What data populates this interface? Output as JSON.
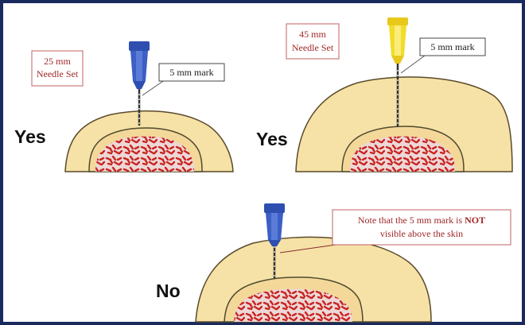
{
  "panels": {
    "top_left": {
      "needle_set_label_line1": "25 mm",
      "needle_set_label_line2": "Needle Set",
      "mark_label": "5 mm mark",
      "verdict": "Yes",
      "hub_color": "#3b5fc4"
    },
    "top_right": {
      "needle_set_label_line1": "45 mm",
      "needle_set_label_line2": "Needle Set",
      "mark_label": "5 mm mark",
      "verdict": "Yes",
      "hub_color": "#f2dc2a"
    },
    "bottom": {
      "note_line1_prefix": "Note that the 5 mm mark is ",
      "note_line1_bold": "NOT",
      "note_line2": "visible above the skin",
      "verdict": "No",
      "hub_color": "#3b5fc4"
    }
  },
  "colors": {
    "skin": "#f6e2a6",
    "skin_outline": "#5a4a2a",
    "marrow": "#e6cfd0",
    "marrow_speckle": "#c8241f",
    "label_box_border": "#c06060",
    "frame": "#1a2a5c"
  }
}
